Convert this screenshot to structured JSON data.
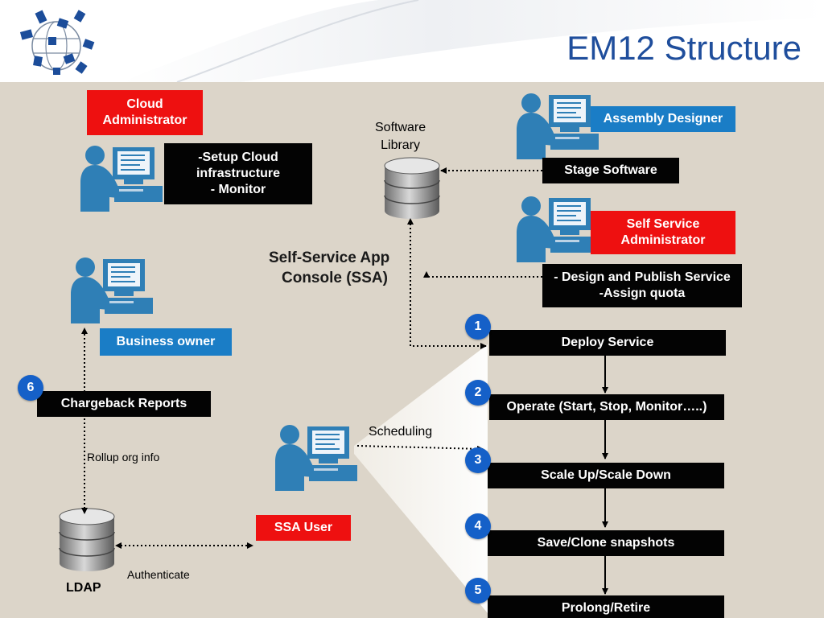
{
  "header": {
    "title": "EM12 Structure"
  },
  "colors": {
    "title": "#1f4e9c",
    "panel": "#dcd5c9",
    "red_box": "#ee1010",
    "blue_box": "#1a7dc6",
    "black_box": "#030303",
    "badge": "#1560c8",
    "figure": "#2f7fb6"
  },
  "icons": {
    "logo": "globe-logo-icon",
    "person": "user-workstation-icon",
    "database": "database-cylinder-icon"
  },
  "roles": {
    "cloud_admin": {
      "lines": [
        "Cloud",
        "Administrator"
      ]
    },
    "assembly_designer": {
      "label": "Assembly Designer"
    },
    "self_service_admin": {
      "lines": [
        "Self Service",
        "Administrator"
      ]
    },
    "business_owner": {
      "label": "Business owner"
    },
    "ssa_user": {
      "label": "SSA User"
    }
  },
  "tasks": {
    "cloud_admin": {
      "lines": [
        "-Setup Cloud",
        "infrastructure",
        "- Monitor"
      ]
    },
    "stage_software": {
      "label": "Stage  Software"
    },
    "self_service_admin": {
      "lines": [
        "- Design and Publish  Service",
        "-Assign quota"
      ]
    },
    "chargeback": {
      "label": "Chargeback Reports"
    }
  },
  "labels": {
    "software_library": [
      "Software",
      "Library"
    ],
    "ssa_console": [
      "Self-Service App",
      "Console (SSA)"
    ],
    "scheduling": "Scheduling",
    "rollup": "Rollup org info",
    "authenticate": "Authenticate",
    "ldap": "LDAP"
  },
  "steps": [
    {
      "number": "1",
      "label": "Deploy  Service"
    },
    {
      "number": "2",
      "label": "Operate (Start, Stop, Monitor…..)"
    },
    {
      "number": "3",
      "label": "Scale Up/Scale Down"
    },
    {
      "number": "4",
      "label": "Save/Clone snapshots"
    },
    {
      "number": "5",
      "label": "Prolong/Retire"
    }
  ],
  "chargeback_step": {
    "number": "6"
  }
}
